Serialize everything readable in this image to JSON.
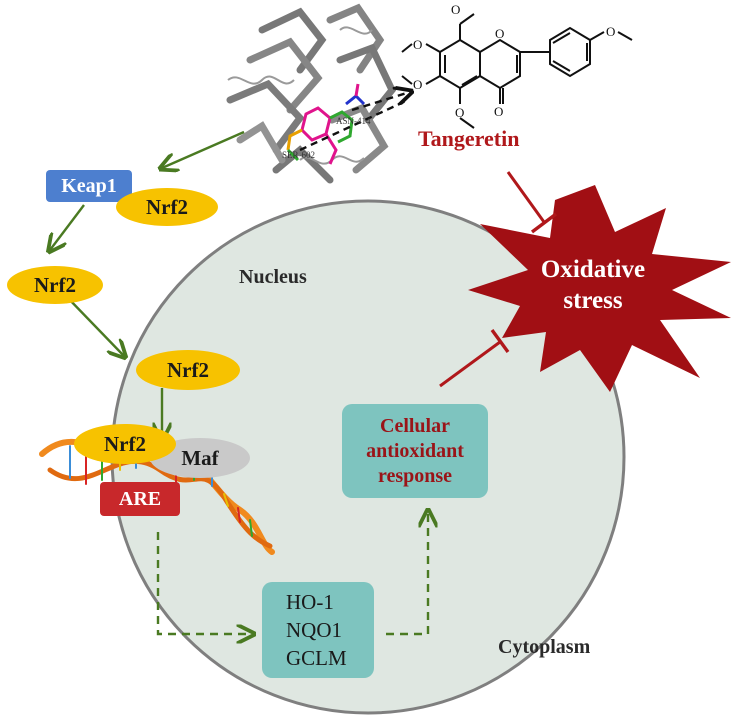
{
  "diagram": {
    "compound": "Tangeretin",
    "stress_label": [
      "Oxidative",
      "stress"
    ],
    "nucleus_label": "Nucleus",
    "cytoplasm_label": "Cytoplasm",
    "keap1": "Keap1",
    "nrf2": "Nrf2",
    "maf": "Maf",
    "are": "ARE",
    "protein_residues": [
      "ASN-414",
      "SER-602"
    ],
    "genes": [
      "HO-1",
      "NQO1",
      "GCLM"
    ],
    "response": [
      "Cellular",
      "antioxidant",
      "response"
    ]
  },
  "colors": {
    "nrf2_fill": "#f7c200",
    "keap1_fill": "#4d7fcf",
    "maf_fill": "#c9c9c9",
    "are_fill": "#c8282b",
    "nucleus_fill": "#dfe7e1",
    "box_fill": "#7ec4bf",
    "accent_red": "#b0181b",
    "arrow_green": "#4a7a22"
  }
}
